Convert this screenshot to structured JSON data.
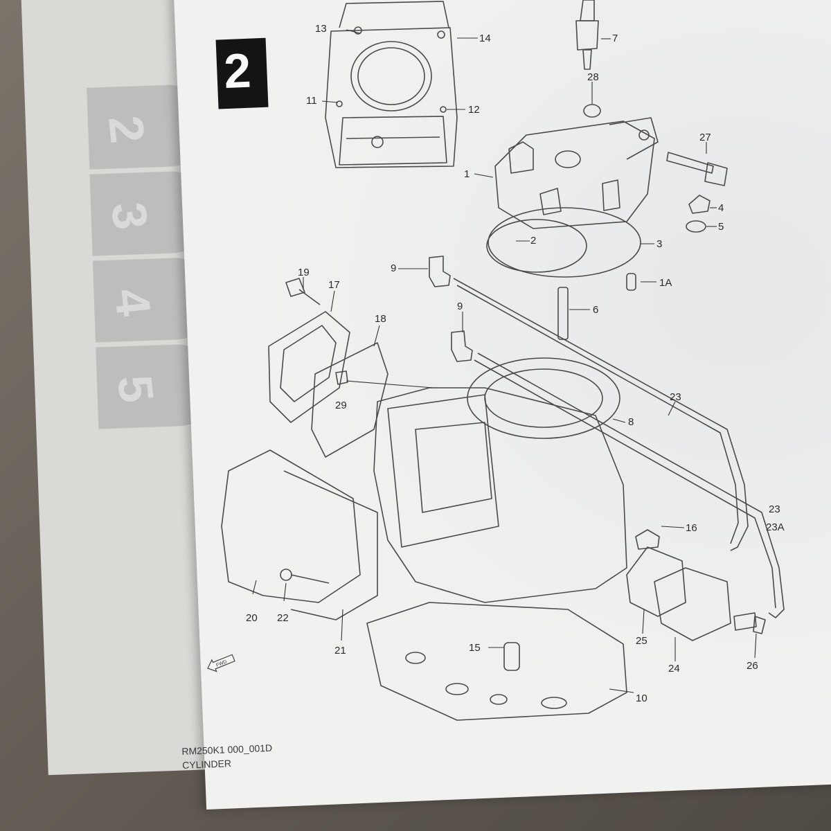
{
  "section_number": "2",
  "side_tabs": [
    "2",
    "3",
    "4",
    "5"
  ],
  "callouts": [
    {
      "id": "c13",
      "text": "13"
    },
    {
      "id": "c14",
      "text": "14"
    },
    {
      "id": "c7",
      "text": "7"
    },
    {
      "id": "c28",
      "text": "28"
    },
    {
      "id": "c11",
      "text": "11"
    },
    {
      "id": "c12",
      "text": "12"
    },
    {
      "id": "c27",
      "text": "27"
    },
    {
      "id": "c1",
      "text": "1"
    },
    {
      "id": "c4",
      "text": "4"
    },
    {
      "id": "c5",
      "text": "5"
    },
    {
      "id": "c2",
      "text": "2"
    },
    {
      "id": "c3",
      "text": "3"
    },
    {
      "id": "c19",
      "text": "19"
    },
    {
      "id": "c17",
      "text": "17"
    },
    {
      "id": "c9a",
      "text": "9"
    },
    {
      "id": "c1A",
      "text": "1A"
    },
    {
      "id": "c18",
      "text": "18"
    },
    {
      "id": "c6",
      "text": "6"
    },
    {
      "id": "c9b",
      "text": "9"
    },
    {
      "id": "c23",
      "text": "23"
    },
    {
      "id": "c8",
      "text": "8"
    },
    {
      "id": "c29",
      "text": "29"
    },
    {
      "id": "c23b",
      "text": "23"
    },
    {
      "id": "c23A",
      "text": "23A"
    },
    {
      "id": "c16",
      "text": "16"
    },
    {
      "id": "c20",
      "text": "20"
    },
    {
      "id": "c22",
      "text": "22"
    },
    {
      "id": "c21",
      "text": "21"
    },
    {
      "id": "c25",
      "text": "25"
    },
    {
      "id": "c24",
      "text": "24"
    },
    {
      "id": "c26",
      "text": "26"
    },
    {
      "id": "c15",
      "text": "15"
    },
    {
      "id": "c10",
      "text": "10"
    }
  ],
  "fwd_mark": "FWD",
  "figure_code": "RM250K1 000_001D",
  "figure_title": "CYLINDER"
}
